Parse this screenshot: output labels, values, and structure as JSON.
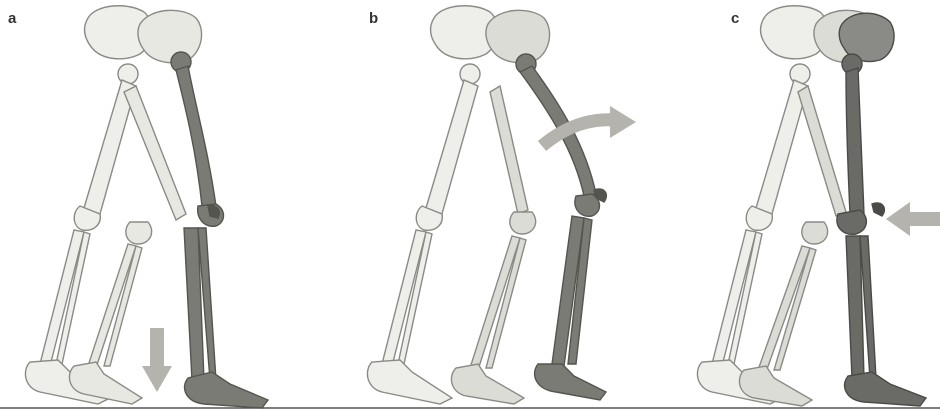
{
  "panels": [
    {
      "label": "a",
      "arrow": "down-arrow"
    },
    {
      "label": "b",
      "arrow": "curved-forward-arrow"
    },
    {
      "label": "c",
      "arrow": "left-arrow"
    }
  ],
  "colors": {
    "bone_light": "#eeeeea",
    "bone_outline": "#8a8a86",
    "bone_medium": "#c9c9c4",
    "bone_dark": "#7b7b76",
    "bone_darker": "#6a6a66",
    "arrow": "#b5b3ad",
    "ground": "#555555"
  }
}
